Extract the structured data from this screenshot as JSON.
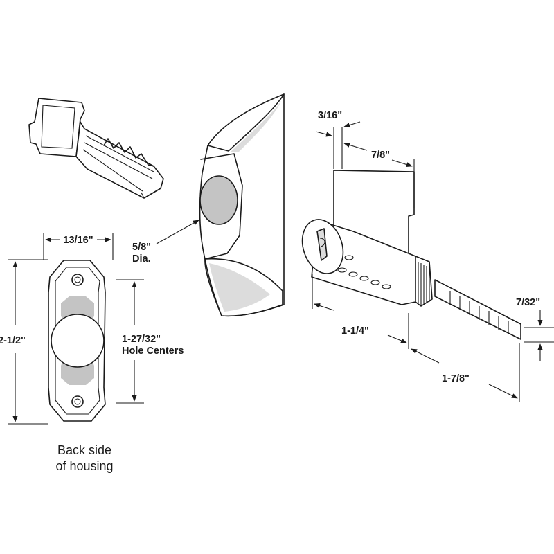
{
  "labels": {
    "hole_spacing_width": "13/16\"",
    "housing_height": "2-1/2\"",
    "hole_centers_value": "1-27/32\"",
    "hole_centers_text": "Hole Centers",
    "hole_diameter": "5/8\"",
    "hole_diameter_text": "Dia.",
    "flange_thickness": "3/16\"",
    "cylinder_body_width": "7/8\"",
    "cylinder_length": "1-1/4\"",
    "tailpiece_length": "1-7/8\"",
    "tailpiece_width": "7/32\"",
    "caption_line1": "Back side",
    "caption_line2": "of housing"
  }
}
